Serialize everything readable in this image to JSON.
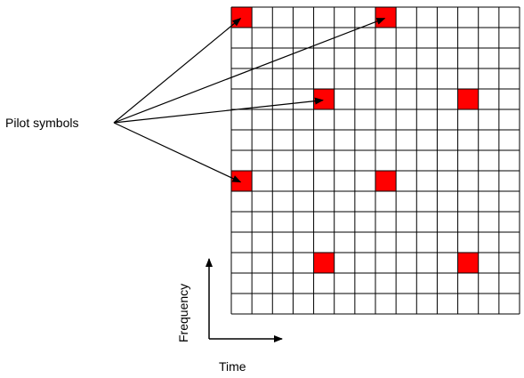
{
  "labels": {
    "pilot": "Pilot symbols",
    "frequency_axis": "Frequency",
    "time_axis": "Time"
  },
  "grid": {
    "columns": 14,
    "rows": 15,
    "line_color": "#000000",
    "cell_color": "#ffffff"
  },
  "pilots": {
    "color": "#ff0000",
    "cells": [
      {
        "col": 0,
        "row": 0
      },
      {
        "col": 7,
        "row": 0
      },
      {
        "col": 4,
        "row": 4
      },
      {
        "col": 11,
        "row": 4
      },
      {
        "col": 0,
        "row": 8
      },
      {
        "col": 7,
        "row": 8
      },
      {
        "col": 4,
        "row": 12
      },
      {
        "col": 11,
        "row": 12
      }
    ],
    "arrow_targets": [
      {
        "col": 0,
        "row": 0
      },
      {
        "col": 7,
        "row": 0
      },
      {
        "col": 4,
        "row": 4
      },
      {
        "col": 0,
        "row": 8
      }
    ]
  }
}
